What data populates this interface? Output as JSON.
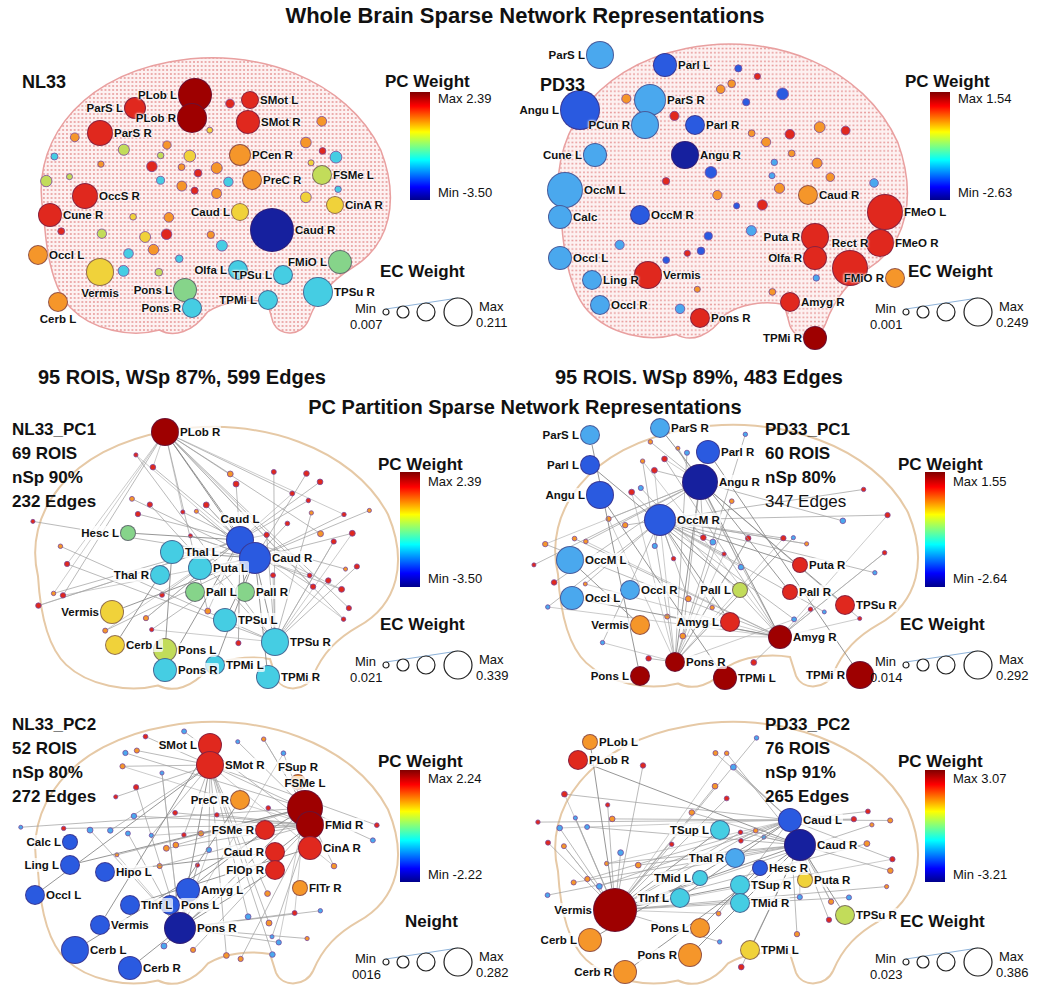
{
  "diagram": {
    "title": "Whole Brain Sparse Network Representations",
    "nodes": [
      {
        "text": [
          "PLob L"
        ]
      },
      {
        "text": [
          "PLob R"
        ]
      },
      {
        "text": [
          "SMot L"
        ]
      },
      {
        "text": [
          "SMot R"
        ]
      },
      {
        "text": [
          "ParS L"
        ]
      },
      {
        "text": [
          "ParS R"
        ]
      },
      {
        "text": [
          "PCen R"
        ]
      },
      {
        "text": [
          "PreC R"
        ]
      },
      {
        "text": [
          "FSMe L"
        ]
      },
      {
        "text": [
          "OccS R"
        ]
      },
      {
        "text": [
          "Cune R"
        ]
      },
      {
        "text": [
          "Caud L"
        ]
      },
      {
        "text": [
          "Caud R"
        ]
      },
      {
        "text": [
          "CinA R"
        ]
      },
      {
        "text": [
          "Occl L"
        ]
      },
      {
        "text": [
          "FMiO L"
        ]
      },
      {
        "text": [
          "Olfa L"
        ]
      },
      {
        "text": [
          "TPSu L"
        ]
      },
      {
        "text": [
          "Vermis"
        ]
      },
      {
        "text": [
          "Cerb L"
        ]
      },
      {
        "text": [
          "Pons L"
        ]
      },
      {
        "text": [
          "Pons R"
        ]
      },
      {
        "text": [
          "TPMi L"
        ]
      },
      {
        "text": [
          "TPSu R"
        ]
      },
      {
        "text": [
          "ParS L"
        ]
      },
      {
        "text": [
          "Parl L"
        ]
      },
      {
        "text": [
          "Angu L"
        ]
      },
      {
        "text": [
          "ParS R"
        ]
      },
      {
        "text": [
          "PCun R"
        ]
      },
      {
        "text": [
          "Parl R"
        ]
      },
      {
        "text": [
          "Cune L"
        ]
      },
      {
        "text": [
          "Angu R"
        ]
      },
      {
        "text": [
          "OccM L"
        ]
      },
      {
        "text": [
          "Calc"
        ]
      },
      {
        "text": [
          "OccM R"
        ]
      },
      {
        "text": [
          "Caud R"
        ]
      },
      {
        "text": [
          "FMeO L"
        ]
      },
      {
        "text": [
          "Puta R"
        ]
      },
      {
        "text": [
          "FMeO R"
        ]
      },
      {
        "text": [
          "Olfa R"
        ]
      },
      {
        "text": [
          "Rect R"
        ]
      },
      {
        "text": [
          "FMiO R"
        ]
      },
      {
        "text": [
          "Occl L"
        ]
      },
      {
        "text": [
          "Ling R"
        ]
      },
      {
        "text": [
          "Vermis"
        ]
      },
      {
        "text": [
          "Occl R"
        ]
      },
      {
        "text": [
          "Amyg R"
        ]
      },
      {
        "text": [
          "Pons R"
        ]
      },
      {
        "text": [
          "TPMi R"
        ]
      },
      {
        "text": [
          "PLob R"
        ]
      },
      {
        "text": [
          "Hesc L"
        ]
      },
      {
        "text": [
          "Thal L"
        ]
      },
      {
        "text": [
          "Caud L"
        ]
      },
      {
        "text": [
          "Caud R"
        ]
      },
      {
        "text": [
          "Thal R"
        ]
      },
      {
        "text": [
          "Puta L"
        ]
      },
      {
        "text": [
          "Pall L"
        ]
      },
      {
        "text": [
          "Pall R"
        ]
      },
      {
        "text": [
          "Vermis"
        ]
      },
      {
        "text": [
          "TPSu L"
        ]
      },
      {
        "text": [
          "TPSu R"
        ]
      },
      {
        "text": [
          "Cerb L"
        ]
      },
      {
        "text": [
          "Pons L"
        ]
      },
      {
        "text": [
          "Pons R"
        ]
      },
      {
        "text": [
          "TPMi L"
        ]
      },
      {
        "text": [
          "TPMi R"
        ]
      },
      {
        "text": [
          "ParS L"
        ]
      },
      {
        "text": [
          "ParS R"
        ]
      },
      {
        "text": [
          "Parl R"
        ]
      },
      {
        "text": [
          "Parl L"
        ]
      },
      {
        "text": [
          "Angu L"
        ]
      },
      {
        "text": [
          "Angu R"
        ]
      },
      {
        "text": [
          "OccM R"
        ]
      },
      {
        "text": [
          "OccM L"
        ]
      },
      {
        "text": [
          "Occl L"
        ]
      },
      {
        "text": [
          "Occl R"
        ]
      },
      {
        "text": [
          "Puta R"
        ]
      },
      {
        "text": [
          "Pall L"
        ]
      },
      {
        "text": [
          "Pall R"
        ]
      },
      {
        "text": [
          "Vermis"
        ]
      },
      {
        "text": [
          "Amyg L"
        ]
      },
      {
        "text": [
          "Amyg R"
        ]
      },
      {
        "text": [
          "TPSu R"
        ]
      },
      {
        "text": [
          "Pons R"
        ]
      },
      {
        "text": [
          "Pons L"
        ]
      },
      {
        "text": [
          "TPMi L"
        ]
      },
      {
        "text": [
          "TPMi R"
        ]
      },
      {
        "text": [
          "SMot L"
        ]
      },
      {
        "text": [
          "SMot R"
        ]
      },
      {
        "text": [
          "FSup R"
        ]
      },
      {
        "text": [
          "FSMe L"
        ]
      },
      {
        "text": [
          "PreC R"
        ]
      },
      {
        "text": [
          "FMid R"
        ]
      },
      {
        "text": [
          "FSMe R"
        ]
      },
      {
        "text": [
          "CinA R"
        ]
      },
      {
        "text": [
          "Caud R"
        ]
      },
      {
        "text": [
          "FIOp R"
        ]
      },
      {
        "text": [
          "FITr R"
        ]
      },
      {
        "text": [
          "Calc L"
        ]
      },
      {
        "text": [
          "Ling L"
        ]
      },
      {
        "text": [
          "Hipo L"
        ]
      },
      {
        "text": [
          "Amyg L"
        ]
      },
      {
        "text": [
          "Occl L"
        ]
      },
      {
        "text": [
          "TInf L"
        ]
      },
      {
        "text": [
          "Pons L"
        ]
      },
      {
        "text": [
          "Vermis"
        ]
      },
      {
        "text": [
          "Pons R"
        ]
      },
      {
        "text": [
          "Cerb L"
        ]
      },
      {
        "text": [
          "Cerb R"
        ]
      },
      {
        "text": [
          "PLob L"
        ]
      },
      {
        "text": [
          "PLob R"
        ]
      },
      {
        "text": [
          "TSup L"
        ]
      },
      {
        "text": [
          "Caud L"
        ]
      },
      {
        "text": [
          "Caud R"
        ]
      },
      {
        "text": [
          "Thal R"
        ]
      },
      {
        "text": [
          "Hesc R"
        ]
      },
      {
        "text": [
          "Puta R"
        ]
      },
      {
        "text": [
          "TMid L"
        ]
      },
      {
        "text": [
          "TSup R"
        ]
      },
      {
        "text": [
          "TInf L"
        ]
      },
      {
        "text": [
          "TMid R"
        ]
      },
      {
        "text": [
          "Vermis"
        ]
      },
      {
        "text": [
          "TPSu R"
        ]
      },
      {
        "text": [
          "Pons L"
        ]
      },
      {
        "text": [
          "Cerb L"
        ]
      },
      {
        "text": [
          "TPMi L"
        ]
      },
      {
        "text": [
          "Pons R"
        ]
      },
      {
        "text": [
          "Cerb R"
        ]
      }
    ],
    "edges": [
      {
        "from": 49,
        "to": 53,
        "arrow": "none"
      },
      {
        "from": 49,
        "to": 52,
        "arrow": "none"
      },
      {
        "from": 53,
        "to": 51,
        "arrow": "none"
      },
      {
        "from": 53,
        "to": 55,
        "arrow": "none"
      },
      {
        "from": 52,
        "to": 57,
        "arrow": "none"
      },
      {
        "from": 53,
        "to": 60,
        "arrow": "none"
      },
      {
        "from": 51,
        "to": 62,
        "arrow": "none"
      },
      {
        "from": 50,
        "to": 52,
        "arrow": "none"
      },
      {
        "from": 58,
        "to": 53,
        "arrow": "none"
      },
      {
        "from": 61,
        "to": 54,
        "arrow": "none"
      },
      {
        "from": 64,
        "to": 53,
        "arrow": "none"
      },
      {
        "from": 63,
        "to": 52,
        "arrow": "none"
      },
      {
        "from": 53,
        "to": 59,
        "arrow": "none"
      },
      {
        "from": 53,
        "to": 65,
        "arrow": "none"
      },
      {
        "from": 71,
        "to": 83,
        "arrow": "none"
      },
      {
        "from": 71,
        "to": 81,
        "arrow": "none"
      },
      {
        "from": 72,
        "to": 80,
        "arrow": "none"
      },
      {
        "from": 70,
        "to": 85,
        "arrow": "none"
      },
      {
        "from": 68,
        "to": 86,
        "arrow": "none"
      },
      {
        "from": 73,
        "to": 79,
        "arrow": "none"
      },
      {
        "from": 67,
        "to": 78,
        "arrow": "none"
      },
      {
        "from": 66,
        "to": 84,
        "arrow": "none"
      },
      {
        "from": 72,
        "to": 76,
        "arrow": "none"
      },
      {
        "from": 71,
        "to": 82,
        "arrow": "none"
      },
      {
        "from": 69,
        "to": 77,
        "arrow": "none"
      },
      {
        "from": 74,
        "to": 81,
        "arrow": "none"
      },
      {
        "from": 88,
        "to": 106,
        "arrow": "none"
      },
      {
        "from": 87,
        "to": 105,
        "arrow": "none"
      },
      {
        "from": 90,
        "to": 107,
        "arrow": "none"
      },
      {
        "from": 92,
        "to": 108,
        "arrow": "none"
      },
      {
        "from": 91,
        "to": 104,
        "arrow": "none"
      },
      {
        "from": 93,
        "to": 101,
        "arrow": "none"
      },
      {
        "from": 94,
        "to": 103,
        "arrow": "none"
      },
      {
        "from": 95,
        "to": 100,
        "arrow": "none"
      },
      {
        "from": 90,
        "to": 99,
        "arrow": "none"
      },
      {
        "from": 96,
        "to": 106,
        "arrow": "none"
      },
      {
        "from": 88,
        "to": 102,
        "arrow": "none"
      },
      {
        "from": 113,
        "to": 121,
        "arrow": "none"
      },
      {
        "from": 112,
        "to": 124,
        "arrow": "none"
      },
      {
        "from": 113,
        "to": 127,
        "arrow": "none"
      },
      {
        "from": 110,
        "to": 113,
        "arrow": "none"
      },
      {
        "from": 109,
        "to": 121,
        "arrow": "none"
      },
      {
        "from": 113,
        "to": 126,
        "arrow": "none"
      },
      {
        "from": 121,
        "to": 118,
        "arrow": "none"
      },
      {
        "from": 112,
        "to": 119,
        "arrow": "none"
      },
      {
        "from": 113,
        "to": 122,
        "arrow": "none"
      },
      {
        "from": 115,
        "to": 123,
        "arrow": "none"
      },
      {
        "from": 121,
        "to": 111,
        "arrow": "none"
      },
      {
        "from": 113,
        "to": 125,
        "arrow": "none"
      }
    ],
    "labels": [
      "NL33",
      "PC Weight",
      "Max 2.39",
      "Min -3.50",
      "EC Weight",
      "Min",
      "0.007",
      "Max",
      "0.211",
      "95 ROIS, WSp 87%, 599 Edges",
      "PD33",
      "PC Weight",
      "Max 1.54",
      "Min -2.63",
      "EC Weight",
      "Min",
      "0.001",
      "Max",
      "0.249",
      "95 ROIS. WSp 89%, 483 Edges",
      "PC Partition Sparse Network Representations",
      "NL33_PC1",
      "69 ROIS",
      "nSp 90%",
      "232 Edges",
      "PC Weight",
      "Max 2.39",
      "Min -3.50",
      "EC Weight",
      "Min",
      "0.021",
      "Max",
      "0.339",
      "PD33_PC1",
      "60 ROIS",
      "nSp 80%",
      "347 Edges",
      "PC Weight",
      "Max 1.55",
      "Min -2.64",
      "EC Weight",
      "Min",
      "0.014",
      "Max",
      "0.292",
      "NL33_PC2",
      "52 ROIS",
      "nSp 80%",
      "272 Edges",
      "PC Weight",
      "Max 2.24",
      "Min -2.22",
      "Neight",
      "Min",
      "0016",
      "Max",
      "0.282",
      "PD33_PC2",
      "76 ROIS",
      "nSp 91%",
      "265 Edges",
      "PC Weight",
      "Max 3.07",
      "Min -3.21",
      "EC Weight",
      "Min",
      "0.023",
      "Max",
      "0.386"
    ]
  }
}
